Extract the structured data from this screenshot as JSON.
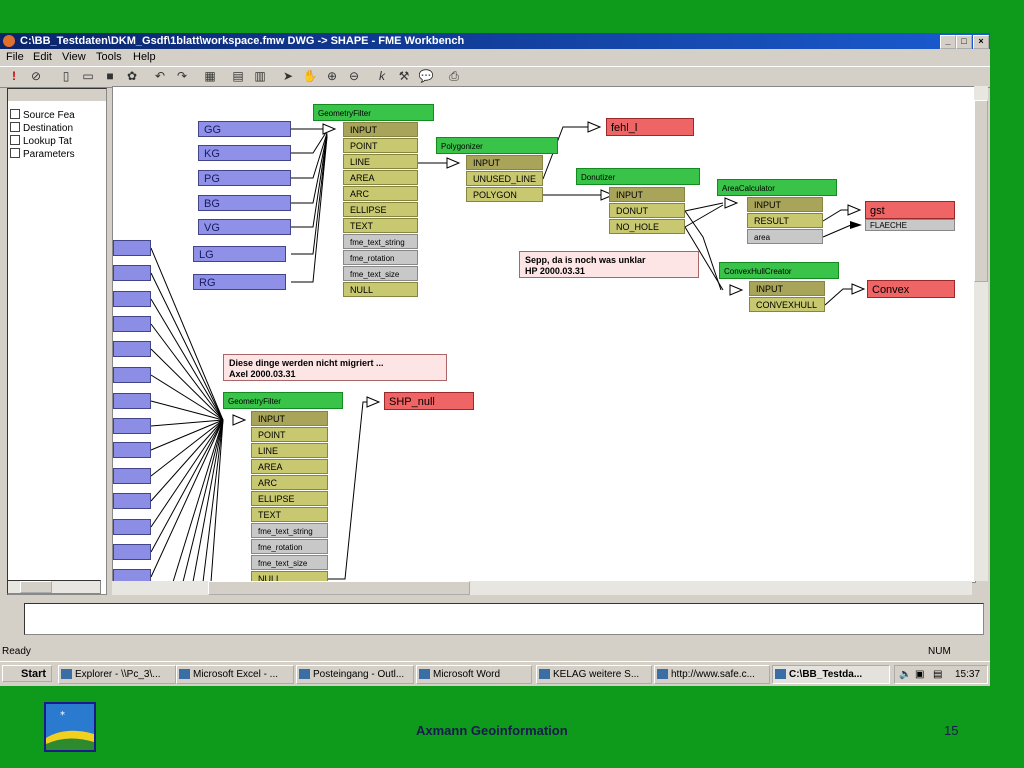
{
  "window": {
    "title": "C:\\BB_Testdaten\\DKM_Gsdf\\1blatt\\workspace.fmw  DWG -> SHAPE - FME Workbench",
    "controls": [
      "_",
      "□",
      "×"
    ]
  },
  "menu": [
    "File",
    "Edit",
    "View",
    "Tools",
    "Help"
  ],
  "toolbar_icons": [
    "run-icon",
    "stop-icon",
    "new-icon",
    "open-icon",
    "save-icon",
    "props-icon",
    "undo-icon",
    "redo-icon",
    "transformer-icon",
    "add-source-icon",
    "add-dest-icon",
    "pointer-icon",
    "pan-icon",
    "zoom-in-icon",
    "zoom-out-icon",
    "tool-icon",
    "hammer-icon",
    "comment-icon",
    "print-icon"
  ],
  "navigator": {
    "items": [
      "Source Fea",
      "Destination",
      "Lookup Tat",
      "Parameters"
    ]
  },
  "canvas": {
    "sources_top": [
      "GG",
      "KG",
      "PG",
      "BG",
      "VG",
      "LG",
      "RG"
    ],
    "geometry_filter_1": {
      "title": "GeometryFilter",
      "ports": [
        "INPUT",
        "POINT",
        "LINE",
        "AREA",
        "ARC",
        "ELLIPSE",
        "TEXT"
      ],
      "attrs": [
        "fme_text_string",
        "fme_rotation",
        "fme_text_size"
      ],
      "last": "NULL"
    },
    "polygonizer": {
      "title": "Polygonizer",
      "ports": [
        "INPUT",
        "UNUSED_LINE",
        "POLYGON"
      ]
    },
    "donutizer": {
      "title": "Donutizer",
      "ports": [
        "INPUT",
        "DONUT",
        "NO_HOLE"
      ]
    },
    "area_calculator": {
      "title": "AreaCalculator",
      "ports": [
        "INPUT",
        "RESULT"
      ],
      "attr": "area"
    },
    "convex_hull": {
      "title": "ConvexHullCreator",
      "ports": [
        "INPUT",
        "CONVEXHULL"
      ]
    },
    "dest_fehl": "fehl_l",
    "dest_gst": "gst",
    "dest_gst_attr": "FLAECHE",
    "dest_convex": "Convex",
    "dest_shp_null": "SHP_null",
    "note_1": "Sepp, da is noch was unklar\nHP 2000.03.31",
    "note_2": "Diese dinge werden nicht migriert ...\nAxel 2000.03.31",
    "geometry_filter_2": {
      "title": "GeometryFilter",
      "ports": [
        "INPUT",
        "POINT",
        "LINE",
        "AREA",
        "ARC",
        "ELLIPSE",
        "TEXT"
      ],
      "attrs": [
        "fme_text_string",
        "fme_rotation",
        "fme_text_size"
      ],
      "last": "NULL"
    }
  },
  "status": {
    "left": "Ready",
    "right": "NUM"
  },
  "taskbar": {
    "start": "Start",
    "tasks": [
      "Explorer - \\\\Pc_3\\...",
      "Microsoft Excel - ...",
      "Posteingang - Outl...",
      "Microsoft Word",
      "KELAG weitere S...",
      "http://www.safe.c...",
      "C:\\BB_Testda..."
    ],
    "clock": "15:37"
  },
  "slide": {
    "footer": "Axmann Geoinformation",
    "page": "15"
  }
}
